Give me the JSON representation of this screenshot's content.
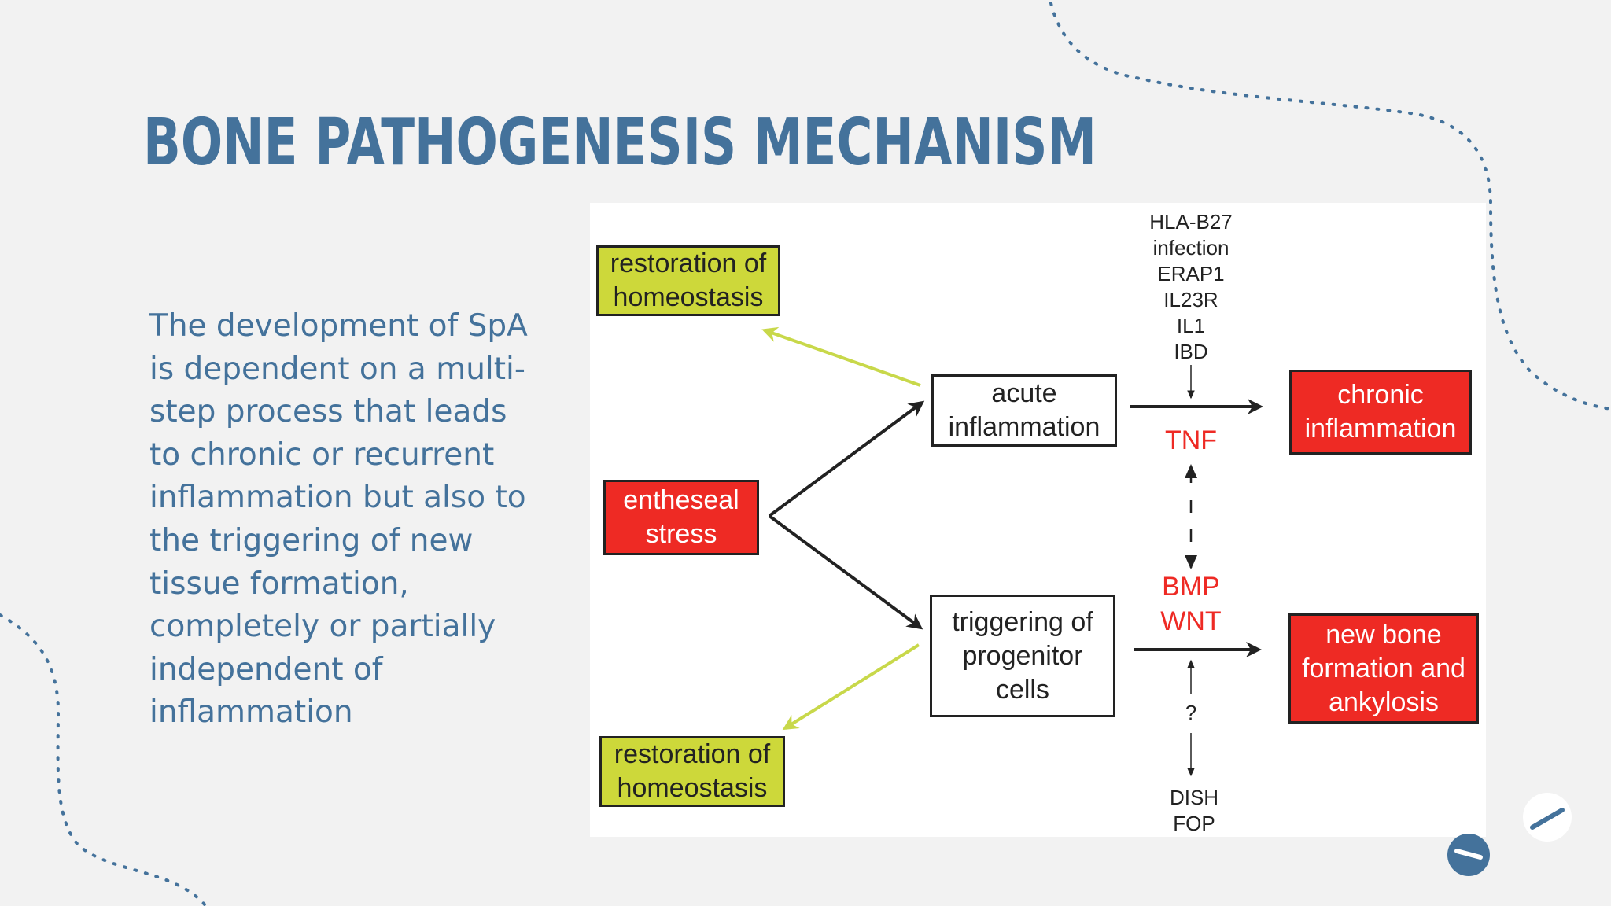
{
  "slide": {
    "title": "BONE PATHOGENESIS MECHANISM",
    "body": "The development of SpA\nis dependent on a multi-\nstep process that leads\nto chronic or recurrent\ninflammation but also to\nthe triggering of new\ntissue formation,\ncompletely or partially\nindependent of\ninflammation"
  },
  "diagram": {
    "boxes": {
      "restoration_top": "restoration of\nhomeostasis",
      "enthesal_stress": "entheseal\nstress",
      "restoration_bottom": "restoration of\nhomeostasis",
      "acute_inflammation": "acute\ninflammation",
      "triggering_progenitor": "triggering of\nprogenitor\ncells",
      "chronic_inflammation": "chronic\ninflammation",
      "new_bone_formation": "new bone\nformation and\nankylosis"
    },
    "factors": "HLA-B27\ninfection\nERAP1\nIL23R\nIL1\nIBD",
    "mediators": {
      "tnf": "TNF",
      "bmp_wnt": "BMP\nWNT"
    },
    "question_mark": "?",
    "bottom_factors": "DISH\nFOP"
  },
  "colors": {
    "title": "#44729b",
    "yellow_box": "#cdd83a",
    "red_box": "#ee2a24",
    "yellow_arrow": "#c8d84a",
    "background": "#f2f2f2"
  },
  "controls": {
    "prev_icon": "minus-circle-icon",
    "next_icon": "slash-circle-icon"
  }
}
